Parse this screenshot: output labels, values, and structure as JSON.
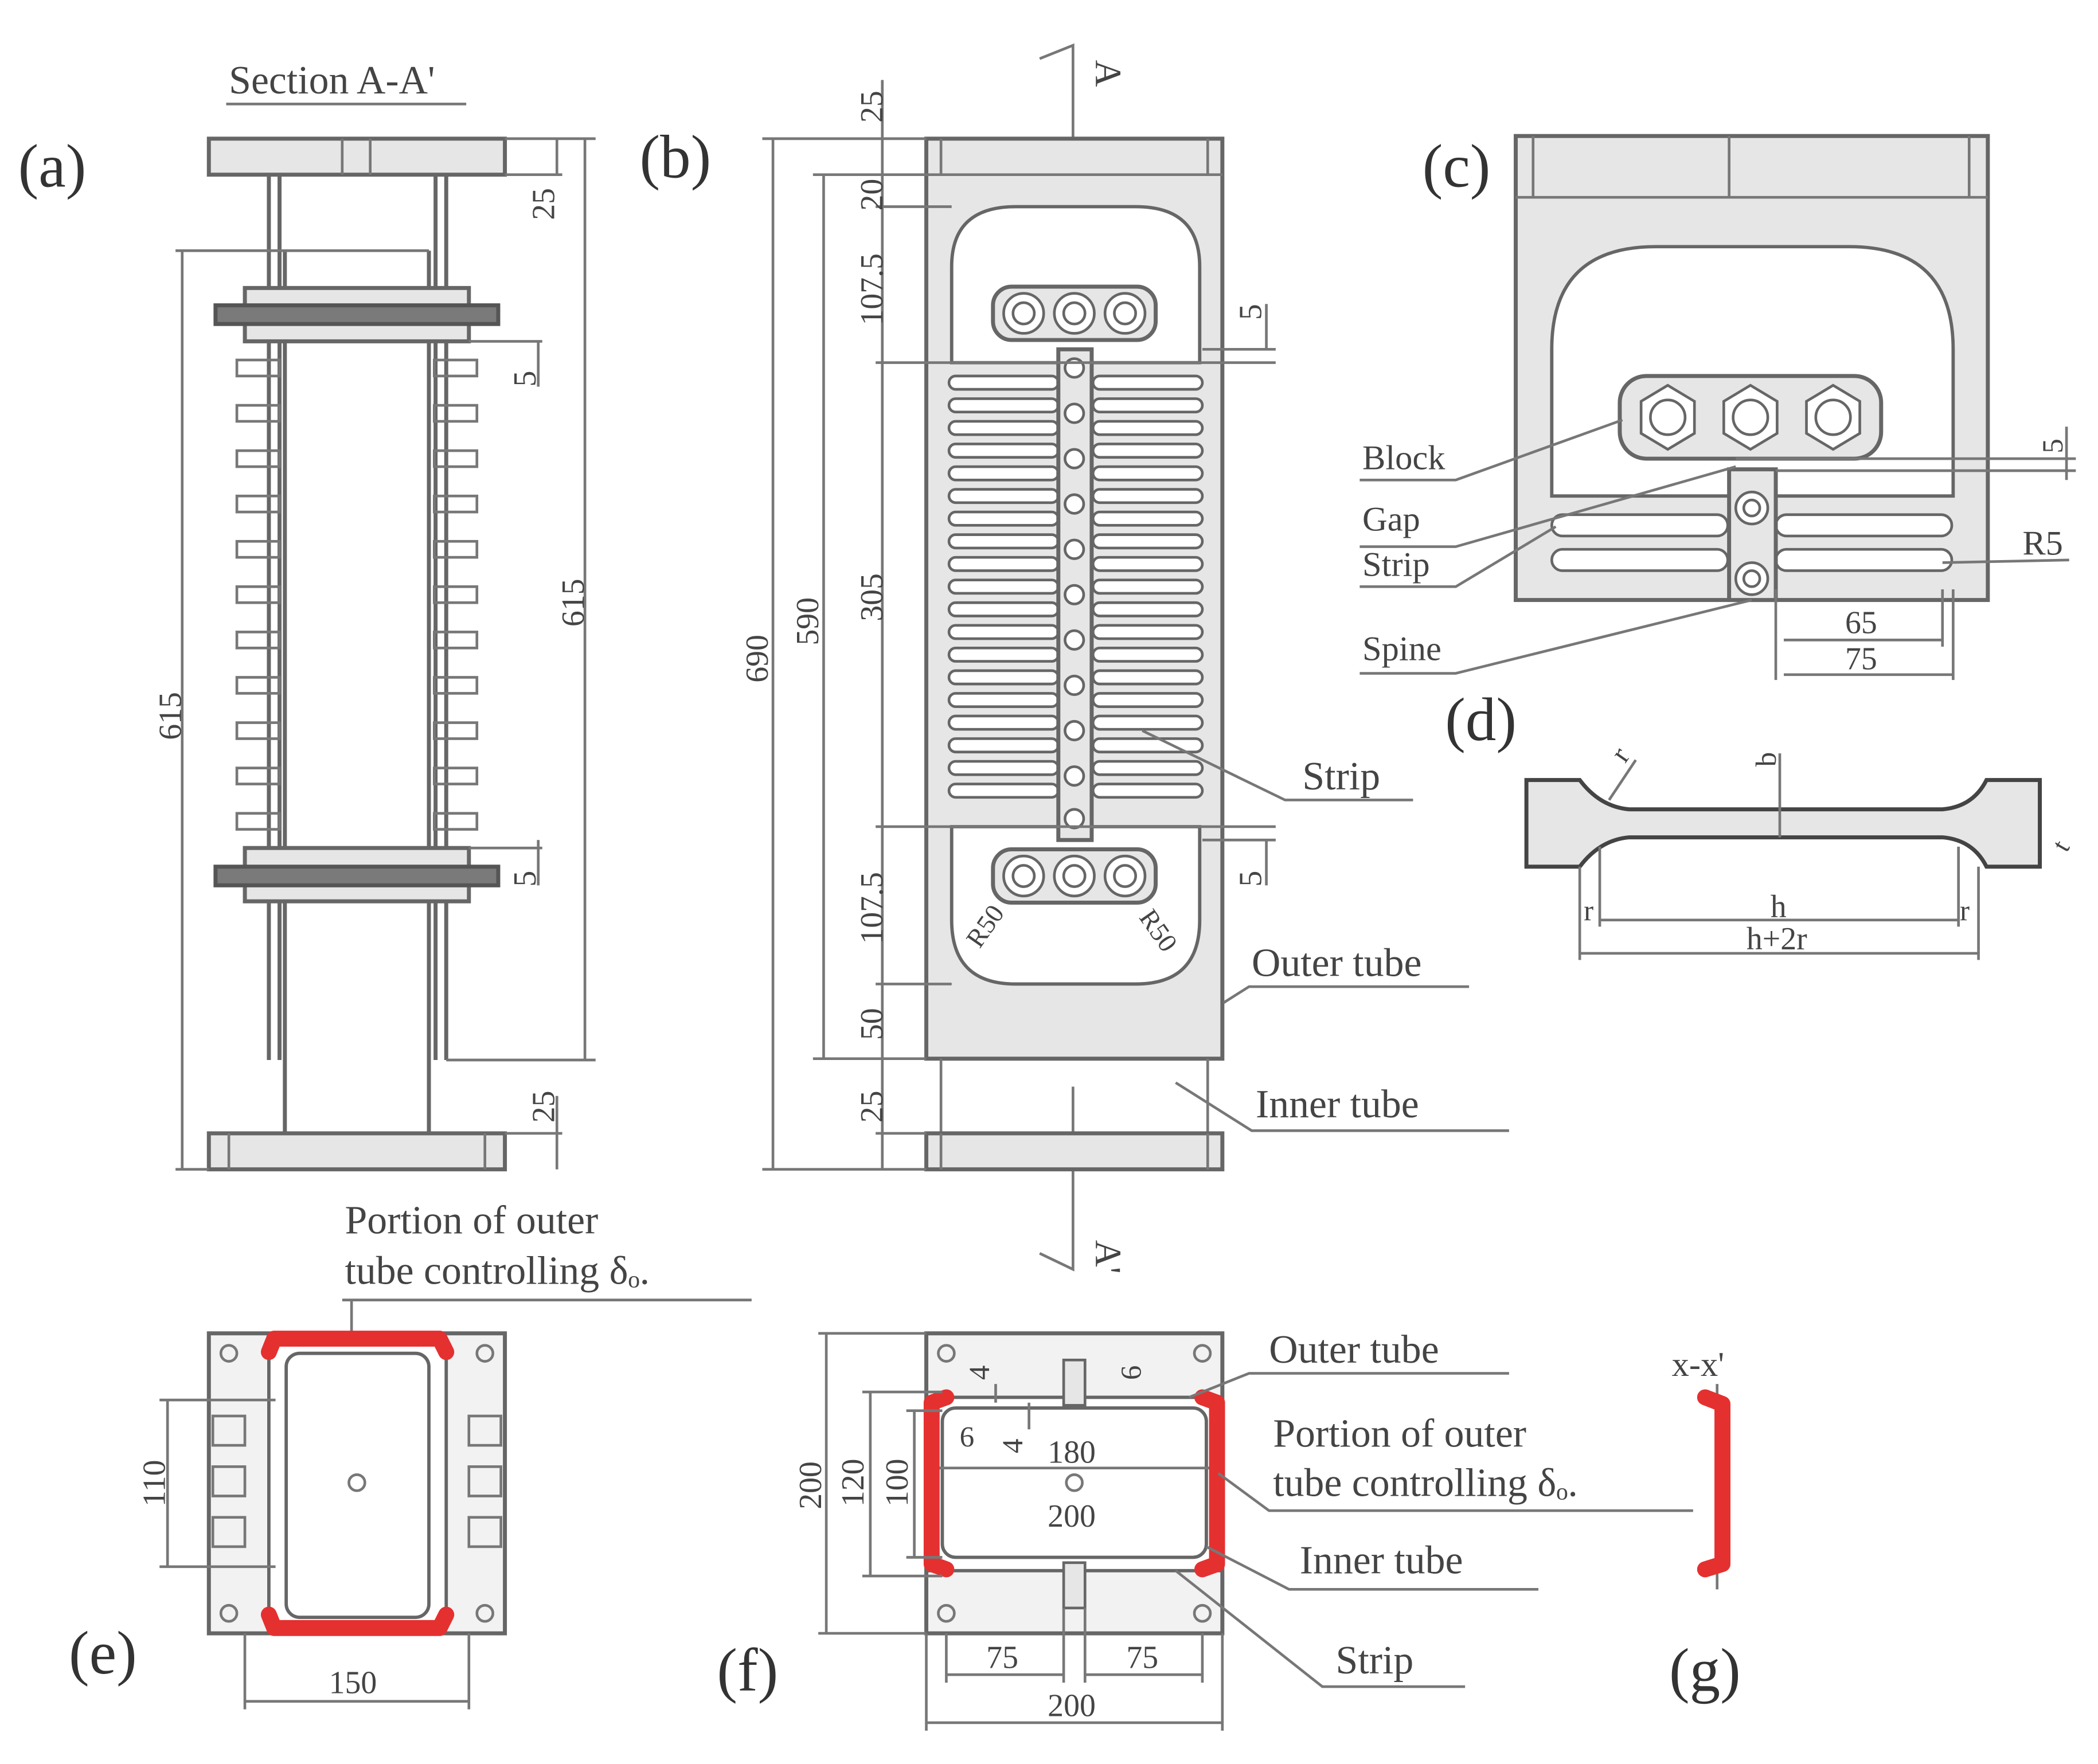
{
  "panels": {
    "a": {
      "letter": "(a)",
      "title": "Section A-A'",
      "dims": {
        "top_plate": "25",
        "bottom_plate": "25",
        "length_right": "615",
        "length_left": "615",
        "gap_top": "5",
        "gap_bottom": "5"
      }
    },
    "b": {
      "letter": "(b)",
      "section_top": "A",
      "section_bottom": "A'",
      "dims": {
        "d25_top": "25",
        "d20": "20",
        "d107_top": "107.5",
        "d305": "305",
        "d107_bottom": "107.5",
        "d50": "50",
        "d25_bottom": "25",
        "d590": "590",
        "d690": "690",
        "d5_top": "5",
        "d5_bottom": "5",
        "r_left": "R50",
        "r_right": "R50"
      },
      "labels": {
        "strip": "Strip",
        "outer_tube": "Outer tube",
        "inner_tube": "Inner tube"
      }
    },
    "c": {
      "letter": "(c)",
      "labels": {
        "block": "Block",
        "gap": "Gap",
        "strip": "Strip",
        "spine": "Spine",
        "r5": "R5"
      },
      "dims": {
        "d5": "5",
        "d65": "65",
        "d75": "75"
      }
    },
    "d": {
      "letter": "(d)",
      "labels": {
        "r_top": "r",
        "b": "b",
        "t": "t",
        "r_left": "r",
        "h": "h",
        "r_right": "r",
        "h2r": "h+2r"
      }
    },
    "e": {
      "letter": "(e)",
      "annotation_line1": "Portion of outer",
      "annotation_line2": "tube controlling δₒ.",
      "dims": {
        "d110": "110",
        "d150": "150"
      }
    },
    "f": {
      "letter": "(f)",
      "labels": {
        "outer_tube": "Outer tube",
        "portion_line1": "Portion of outer",
        "portion_line2": "tube controlling δₒ.",
        "inner_tube": "Inner tube",
        "strip": "Strip"
      },
      "dims": {
        "d4a": "4",
        "d6a": "6",
        "d6b": "6",
        "d4b": "4",
        "d180": "180",
        "d200_inner": "200",
        "d200_left": "200",
        "d120": "120",
        "d100": "100",
        "d75_left": "75",
        "d75_right": "75",
        "d200_bottom": "200"
      }
    },
    "g": {
      "letter": "(g)",
      "title": "x-x'"
    }
  },
  "colors": {
    "highlight": "#e53030",
    "fill": "#e6e6e6",
    "line": "#666666"
  }
}
